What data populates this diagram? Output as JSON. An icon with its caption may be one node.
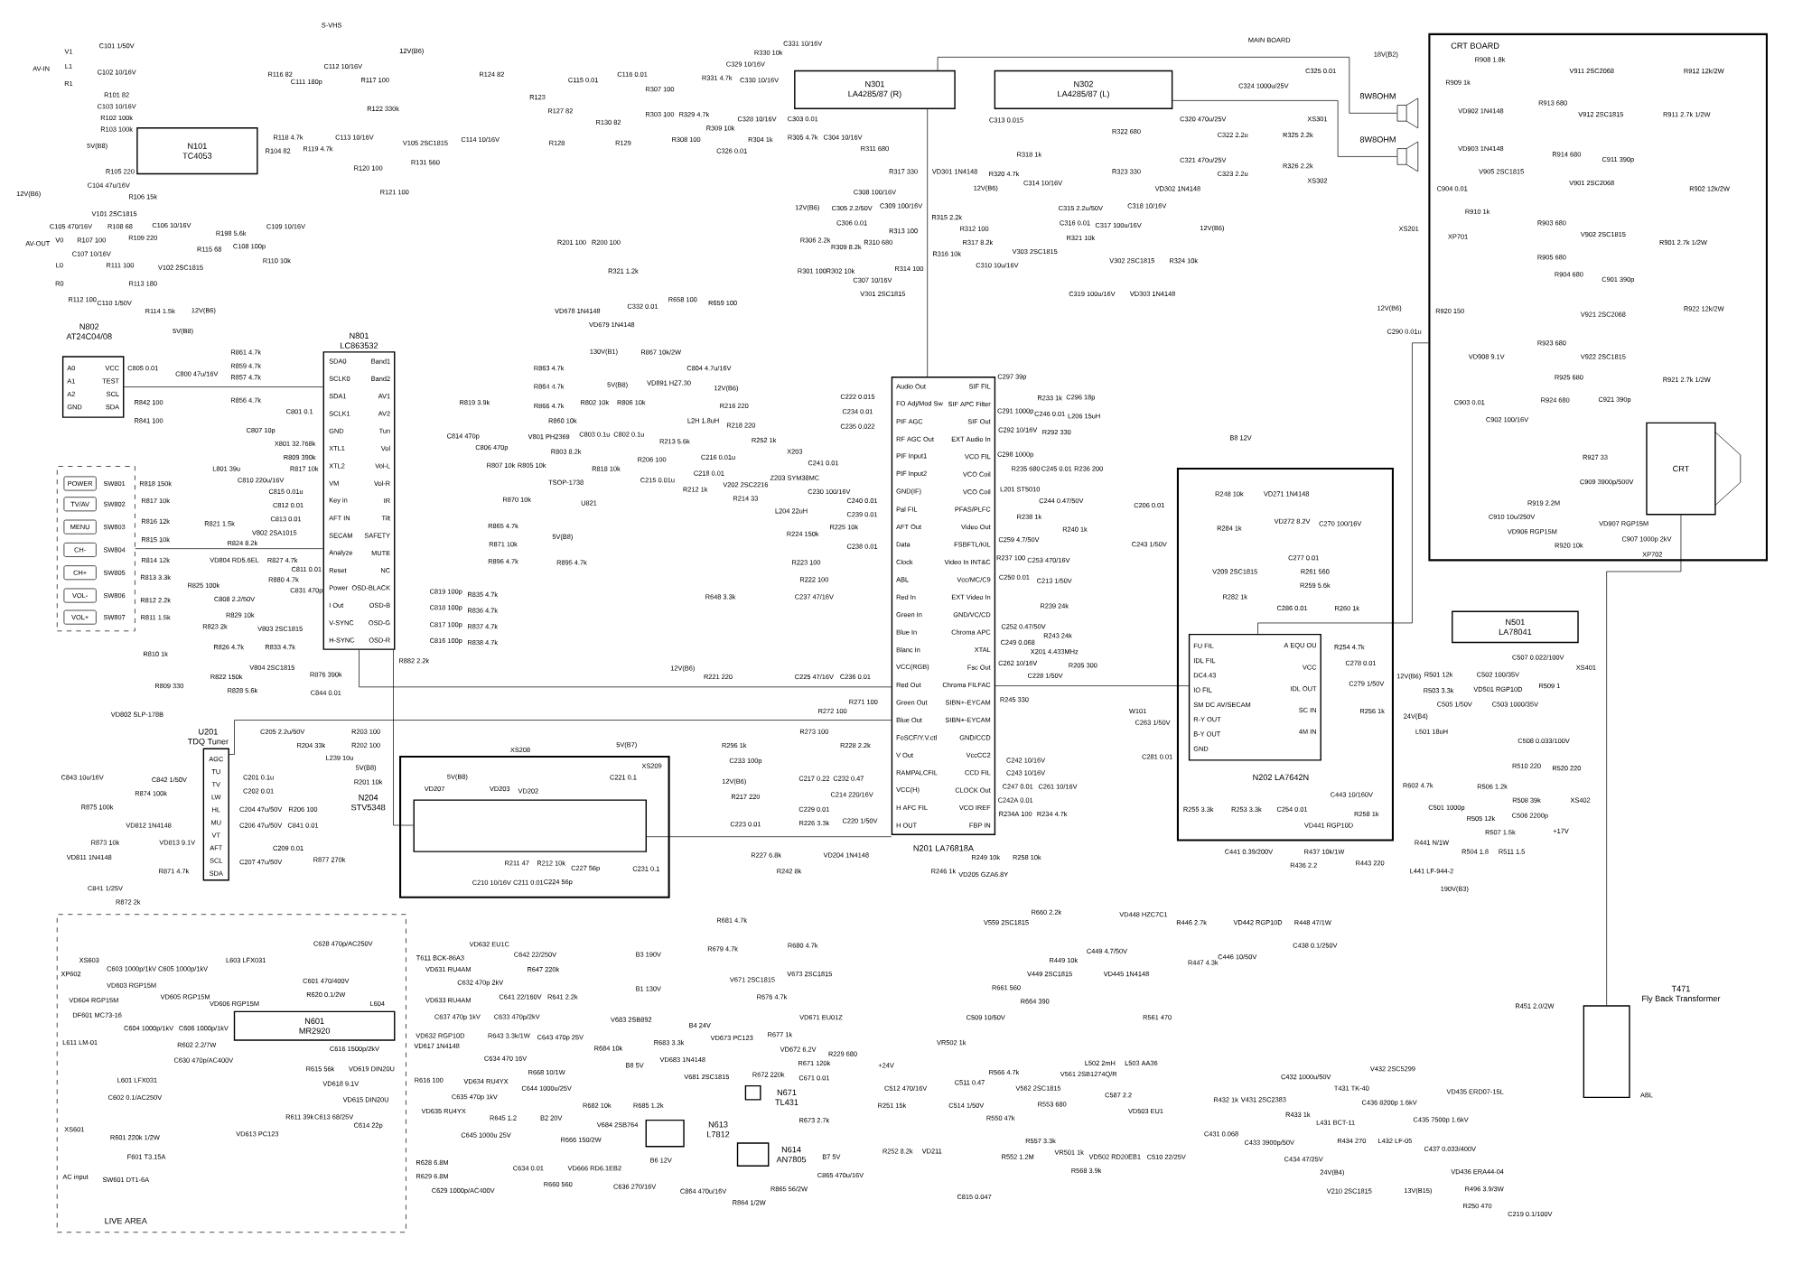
{
  "diagram": {
    "nodes": [
      {
        "text": [
          "N101",
          "TC4053"
        ]
      },
      {
        "text": [
          "N802",
          "AT24C04/08"
        ]
      },
      {
        "text": [
          "N801",
          "LC863532"
        ]
      },
      {
        "text": [],
        "shape": "box"
      },
      {
        "text": [
          "POWER"
        ],
        "in": 3
      },
      {
        "text": [
          "TV/AV"
        ],
        "in": 3
      },
      {
        "text": [
          "MENU"
        ],
        "in": 3
      },
      {
        "text": [
          "CH-"
        ],
        "in": 3
      },
      {
        "text": [
          "CH+"
        ],
        "in": 3
      },
      {
        "text": [
          "VOL-"
        ],
        "in": 3
      },
      {
        "text": [
          "VOL+"
        ],
        "in": 3
      },
      {
        "text": [
          "U201",
          "TDQ Tuner"
        ]
      },
      {
        "text": [
          "N204",
          "STV5348"
        ]
      },
      {
        "text": [
          "N201",
          "LA76818A"
        ]
      },
      {
        "text": [
          "N301",
          "LA4285/87 (R)"
        ]
      },
      {
        "text": [
          "N302",
          "LA4285/87 (L)"
        ]
      },
      {
        "text": [
          "N202",
          "LA7642N"
        ]
      },
      {
        "text": [
          "N501",
          "LA78041"
        ]
      },
      {
        "text": [
          "LIVE AREA"
        ]
      },
      {
        "text": [
          "N601",
          "MR2920"
        ],
        "in": 18
      },
      {
        "text": [
          "N613",
          "L7812"
        ]
      },
      {
        "text": [
          "N614",
          "AN7805"
        ]
      },
      {
        "text": [
          "N671",
          "TL431"
        ]
      },
      {
        "text": [
          "T471",
          "Fly Back Transformer"
        ]
      },
      {
        "text": [
          "CRT BOARD"
        ]
      },
      {
        "text": [
          "CRT"
        ],
        "in": 24
      },
      {
        "text": [
          "8W8OHM"
        ]
      },
      {
        "text": [
          "8W8OHM"
        ]
      }
    ],
    "edges": [
      {
        "from": 1,
        "to": 2,
        "arrow": "none"
      },
      {
        "from": 3,
        "to": 2,
        "arrow": "none"
      },
      {
        "from": 11,
        "to": 13,
        "arrow": "none"
      },
      {
        "from": 2,
        "to": 13,
        "arrow": "none"
      },
      {
        "from": 2,
        "to": 12,
        "arrow": "none"
      },
      {
        "from": 13,
        "to": 16,
        "arrow": "none"
      },
      {
        "from": 13,
        "to": 14,
        "arrow": "none"
      },
      {
        "from": 14,
        "to": 26,
        "arrow": "none"
      },
      {
        "from": 15,
        "to": 27,
        "arrow": "none"
      },
      {
        "from": 16,
        "to": 24,
        "arrow": "none"
      },
      {
        "from": 23,
        "to": 25,
        "arrow": "none"
      },
      {
        "from": 12,
        "to": 13,
        "arrow": "none"
      }
    ],
    "labels": [
      "S-VHS",
      "V1",
      "AV-IN",
      "L1",
      "R1",
      "C101 1/50V",
      "C102 10/16V",
      "R101 82",
      "C103 10/16V",
      "R102 100k",
      "R103 100k",
      "5V(B8)",
      "12V(B6)",
      "R105 220",
      "C104 47u/16V",
      "R106 15k",
      "V101 2SC1815",
      "C105 470/16V",
      "R108 68",
      "R109 220",
      "C106 10/16V",
      "AV-OUT",
      "V0",
      "R107 100",
      "C107 10/16V",
      "L0",
      "R111 100",
      "V102 2SC1815",
      "R115 68",
      "R198 5.6k",
      "C108 100p",
      "C109 10/16V",
      "R110 10k",
      "R0",
      "R112 100",
      "C110 1/50V",
      "R113 180",
      "R114 1.5k",
      "12V(B6)",
      "R116 82",
      "C111 180p",
      "C112 10/16V",
      "R117 100",
      "12V(B6)",
      "R122 330k",
      "R104 82",
      "R118 4.7k",
      "R119 4.7k",
      "C113 10/16V",
      "V105 2SC1815",
      "R120 100",
      "R131 560",
      "R121 100",
      "C114 10/16V",
      "R124 82",
      "R123",
      "R127 82",
      "R128",
      "C115 0.01",
      "R130 82",
      "C116 0.01",
      "R129",
      "R307 100",
      "R303 100",
      "R329 4.7k",
      "R308 100",
      "R331 4.7k",
      "C329 10/16V",
      "C330 10/16V",
      "R330 10k",
      "C331 10/16V",
      "R309 10k",
      "C328 10/16V",
      "C303 0.01",
      "C326 0.01",
      "R304 1k",
      "R305 4.7k",
      "C304 10/16V",
      "MAIN BOARD",
      "18V(B2)",
      "C324 1000u/25V",
      "C325 0.01",
      "C320 470u/25V",
      "C322 2.2u",
      "R325 2.2k",
      "XS301",
      "C321 470u/25V",
      "C323 2.2u",
      "R326 2.2k",
      "XS302",
      "C313 0.015",
      "R322 680",
      "R318 1k",
      "R320 4.7k",
      "C314 10/16V",
      "R323 330",
      "VD302 1N4148",
      "C315 2.2u/50V",
      "C318 10/16V",
      "C316 0.01",
      "C317 100u/16V",
      "R321 10k",
      "V303 2SC1815",
      "12V(B6)",
      "V302 2SC1815",
      "R324 10k",
      "C319 100u/16V",
      "VD303 1N4148",
      "R311 680",
      "R317 330",
      "VD301 1N4148",
      "C308 100/16V",
      "12V(B6)",
      "12V(B6)",
      "C305 2.2/50V",
      "C309 100/16V",
      "C306 0.01",
      "R315 2.2k",
      "R313 100",
      "R312 100",
      "R306 2.2k",
      "R309 8.2k",
      "R310 680",
      "R317 8.2k",
      "R316 10k",
      "R301 100",
      "R302 10k",
      "R314 100",
      "C310 10u/16V",
      "C307 10/16V",
      "V301 2SC1815",
      "R201 100",
      "R200 100",
      "R321 1.2k",
      "VD678 1N4148",
      "C332 0.01",
      "R658 100",
      "R659 100",
      "VD679 1N4148",
      "5V(B8)",
      "R861 4.7k",
      "C805 0.01",
      "R859 4.7k",
      "C800 47u/16V",
      "R857 4.7k",
      "R842 100",
      "R856 4.7k",
      "C801 0.1",
      "R841 100",
      "C807 10p",
      "X801 32.768k",
      "R809 390k",
      "L801 39u",
      "R817 10k",
      "C810 220u/16V",
      "C815 0.01u",
      "C812 0.01",
      "R821 1.5k",
      "C813 0.01",
      "V802 2SA1015",
      "R824 8.2k",
      "VD804 RD5.6EL",
      "R827 4.7k",
      "C811 0.01",
      "R825 100k",
      "R880 4.7k",
      "C831 470p",
      "C808 2.2/50V",
      "R829 10k",
      "R823 2k",
      "V803 2SC1815",
      "R826 4.7k",
      "R833 4.7k",
      "V804 2SC1815",
      "R822 150k",
      "R828 5.6k",
      "R876 390k",
      "C844 0.01",
      "R882 2.2k",
      "SW801",
      "SW802",
      "SW803",
      "SW804",
      "SW805",
      "SW806",
      "SW807",
      "R818 150k",
      "R817 10k",
      "R816 12k",
      "R815 10k",
      "R814 12k",
      "R813 3.3k",
      "R812 2.2k",
      "R811 1.5k",
      "R810 1k",
      "R809 330",
      "VD802 SLP-178B",
      "R819 3.9k",
      "C814 470p",
      "C806 470p",
      "R807 10k",
      "R805 10k",
      "R863 4.7k",
      "R864 4.7k",
      "R866 4.7k",
      "5V(B8)",
      "R802 10k",
      "R860 10k",
      "V801 PH2369",
      "R803 8.2k",
      "C803 0.1u",
      "C802 0.1u",
      "130V(B1)",
      "R867 10k/2W",
      "R806 10k",
      "VD891 HZ7.30",
      "C804 4.7u/16V",
      "12V(B6)",
      "R818 10k",
      "TSOP-1738",
      "R870 10k",
      "U821",
      "R865 4.7k",
      "R871 10k",
      "5V(B8)",
      "R896 4.7k",
      "R895 4.7k",
      "C819 100p",
      "R835 4.7k",
      "C818 100p",
      "R836 4.7k",
      "C817 100p",
      "R837 4.7k",
      "C816 100p",
      "R838 4.7k",
      "R216 220",
      "L2H 1.8uH",
      "R218 220",
      "R213 5.6k",
      "R252 1k",
      "R206 100",
      "C216 0.01u",
      "X203",
      "C241 0.01",
      "C215 0.01u",
      "R212 1k",
      "C218 0.01",
      "V202 2SC2216",
      "Z203 SYM38MC",
      "R214 33",
      "C230 100/16V",
      "L204 22uH",
      "R224 150k",
      "R225 10k",
      "C240 0.01",
      "C239 0.01",
      "C238 0.01",
      "C222 0.015",
      "C234 0.01",
      "C235 0.022",
      "R223 100",
      "R222 100",
      "R648 3.3k",
      "C237 47/16V",
      "12V(B6)",
      "R221 220",
      "C225 47/16V",
      "C236 0.01",
      "R271 100",
      "R272 100",
      "R273 100",
      "R296 1k",
      "R228 2.2k",
      "C233 100p",
      "12V(B6)",
      "R217 220",
      "C223 0.01",
      "C217 0.22",
      "C232 0.47",
      "C214 220/16V",
      "C229 0.01",
      "R226 3.3k",
      "C220 1/50V",
      "R227 6.8k",
      "VD204 1N4148",
      "R242 8k",
      "R681 4.7k",
      "C297 39p",
      "R233 1k",
      "C296 18p",
      "C291 1000p",
      "C246 0.01",
      "L206 15uH",
      "C292 10/16V",
      "R292 330",
      "C298 1000p",
      "R235 680",
      "C245 0.01",
      "R236 200",
      "L201 ST5010",
      "C244 0.47/50V",
      "R238 1k",
      "R240 1k",
      "C259 4.7/50V",
      "R237 100",
      "C253 470/16V",
      "C250 0.01",
      "C213 1/50V",
      "R239 24k",
      "C252 0.47/50V",
      "C249 0.068",
      "R243 24k",
      "X201 4.433MHz",
      "C262 10/16V",
      "R205 300",
      "C228 1/50V",
      "R245 330",
      "C242 10/16V",
      "C243 10/16V",
      "C247 0.01",
      "C261 10/16V",
      "C242A 0.01",
      "R234A 100",
      "R234 4.7k",
      "C206 0.01",
      "C243 1/50V",
      "W101",
      "R246 1k",
      "R249 10k",
      "R258 10k",
      "VD205 GZA6.8Y",
      "B8 12V",
      "R248 10k",
      "VD271 1N4148",
      "R284 1k",
      "VD272 8.2V",
      "C270 100/16V",
      "V209 2SC1815",
      "C277 0.01",
      "R261 560",
      "R259 5.6k",
      "R282 1k",
      "C286 0.01",
      "R260 1k",
      "R254 4.7k",
      "C278 0.01",
      "C279 1/50V",
      "R256 1k",
      "R255 3.3k",
      "R253 3.3k",
      "C254 0.01",
      "R258 1k",
      "C263 1/50V",
      "C281 0.01",
      "12V(B6)",
      "R501 12k",
      "R503 3.3k",
      "C502 100/35V",
      "VD501 RGP10D",
      "C505 1/50V",
      "C503 1000/35V",
      "C507 0.022/100V",
      "R509 1",
      "XS401",
      "24V(B4)",
      "L501 18uH",
      "C508 0.033/100V",
      "R510 220",
      "R520 220",
      "R602 4.7k",
      "R506 1.2k",
      "C501 1000p",
      "R508 39k",
      "R505 12k",
      "C506 2200p",
      "R507 1.5k",
      "+17V",
      "R504 1.8",
      "R511 1.5",
      "XS402",
      "C441 0.39/200V",
      "R437 10k/1W",
      "VD441 RGP10D",
      "C443 10/160V",
      "R436 2.2",
      "R443 220",
      "R441 N/1W",
      "L441 LF-944-2",
      "190V(B3)",
      "C438 0.1/250V",
      "VD448 HZC7C1",
      "R446 2.7k",
      "VD442 RGP10D",
      "R448 47/1W",
      "R449 10k",
      "C449 4.7/50V",
      "R447 4.3k",
      "C446 10/50V",
      "V449 2SC1815",
      "VD445 1N4148",
      "V559 2SC1815",
      "R660 2.2k",
      "R661 560",
      "R664 390",
      "C509 10/50V",
      "R561 470",
      "VR502 1k",
      "L502 2mH",
      "L503 AA36",
      "C511 0.47",
      "R566 4.7k",
      "V562 2SC1815",
      "V561 2SB1274Q/R",
      "C514 1/50V",
      "R553 680",
      "C587 2.2",
      "R550 47k",
      "R557 3.3k",
      "R552 1.2M",
      "VR501 1k",
      "R568 3.9k",
      "VD502 RD20EB1",
      "C510 22/25V",
      "VD503 EU1",
      "R432 1k",
      "C431 0.068",
      "V431 2SC2383",
      "R433 1k",
      "C433 3900p/50V",
      "C434 47/25V",
      "C432 1000u/50V",
      "T431 TK-40",
      "L431 BCT-11",
      "R434 270",
      "24V(B4)",
      "V210 2SC1815",
      "V432 2SC5299",
      "C436 8200p 1.6kV",
      "C435 7500p 1.6kV",
      "VD435 ERD07-15L",
      "L432 LF-05",
      "C437 0.033/400V",
      "VD436 ERA44-04",
      "13V(B15)",
      "R496 3.9/3W",
      "R250 470",
      "C219 0.1/100V",
      "R451 2.0/2W",
      "ABL",
      "R229 680",
      "+24V",
      "C512 470/16V",
      "R251 15k",
      "R252 8.2k",
      "VD211",
      "C815 0.047",
      "XP602",
      "XS603",
      "C603 1000p/1kV",
      "C605 1000p/1kV",
      "VD603 RGP15M",
      "VD604 RGP15M",
      "VD605 RGP15M",
      "DF601 MC73-16",
      "C604 1000p/1kV",
      "C606 1000p/1kV",
      "VD606 RGP15M",
      "R602 2.2/7W",
      "C630 470p/AC400V",
      "L611 LM-01",
      "L601 LFX031",
      "C602 0.1/AC250V",
      "R601 220k 1/2W",
      "F601 T3.15A",
      "XS601",
      "AC input",
      "SW601 DT1-6A",
      "L603 LFX031",
      "C628 470p/AC250V",
      "T611 BCK-86A3",
      "C601 470/400V",
      "R620 0.1/2W",
      "L604",
      "C616 1500p/2kV",
      "VD617 1N4148",
      "R615 56k",
      "VD618 9.1V",
      "VD619 DIN20U",
      "VD615 DIN20U",
      "R616 100",
      "VD613 PC123",
      "R611 39k",
      "C613 68/25V",
      "C614 22p",
      "R628 6.8M",
      "R629 6.8M",
      "C629 1000p/AC400V",
      "VD632 EU1C",
      "C642 22/250V",
      "VD631 RU4AM",
      "R647 220k",
      "C632 470p 2kV",
      "VD633 RU4AM",
      "C641 22/160V",
      "R641 2.2k",
      "C637 470p 1kV",
      "C633 470p/2kV",
      "VD632 RGP10D",
      "R643 3.3k/1W",
      "C643 470p 25V",
      "C634 470 16V",
      "R668 10/1W",
      "VD634 RU4YX",
      "C644 1000u/25V",
      "C635 470p 1kV",
      "VD635 RU4YX",
      "R645 1.2",
      "B2 20V",
      "C645 1000u 25V",
      "C634 0.01",
      "R660 560",
      "VD666 RD6.1EB2",
      "C636 270/16V",
      "R666 150/2W",
      "R682 10k",
      "V684 2SB764",
      "R685 1.2k",
      "B3 190V",
      "B1 130V",
      "V683 2SB892",
      "R684 10k",
      "R683 3.3k",
      "B4 24V",
      "B8 5V",
      "VD683 1N4148",
      "V681 2SC1815",
      "R679 4.7k",
      "R680 4.7k",
      "V671 2SC1815",
      "V673 2SC1815",
      "R676 4.7k",
      "VD673 PC123",
      "R677 1k",
      "VD672 6.2V",
      "VD671 EU01Z",
      "R671 120k",
      "R672 220k",
      "C671 0.01",
      "R673 2.7k",
      "B6 12V",
      "B7 5V",
      "C864 470u/16V",
      "R864 1/2W",
      "R865 56/2W",
      "C865 470u/16V",
      "C205 2.2u/50V",
      "R204 33k",
      "L239 10u",
      "R203 100",
      "R202 100",
      "5V(B8)",
      "C201 0.1u",
      "R201 10k",
      "C202 0.01",
      "C204 47u/50V",
      "R206 100",
      "C206 47u/50V",
      "C841 0.01",
      "C207 47u/50V",
      "C209 0.01",
      "R877 270k",
      "C843 10u/16V",
      "C842 1/50V",
      "R874 100k",
      "R875 100k",
      "VD812 1N4148",
      "VD813 9.1V",
      "R871 4.7k",
      "R873 10k",
      "VD811 1N4148",
      "C841 1/25V",
      "R872 2k",
      "XS208",
      "5V(B8)",
      "VD207",
      "VD203",
      "VD202",
      "5V(B7)",
      "C221 0.1",
      "XS209",
      "R211 47",
      "R212 10k",
      "C227 56p",
      "C210 10/16V",
      "C211 0.01",
      "C224 56p",
      "C231 0.1",
      "R908 1.8k",
      "V911 2SC2068",
      "R912 12k/2W",
      "R909 1k",
      "VD902 1N4148",
      "R913 680",
      "V912 2SC1815",
      "R911 2.7k 1/2W",
      "VD903 1N4148",
      "R914 680",
      "C911 390p",
      "V905 2SC1815",
      "C904 0.01",
      "V901 2SC2068",
      "R902 12k/2W",
      "R910 1k",
      "R903 680",
      "V902 2SC1815",
      "R901 2.7k 1/2W",
      "R905 680",
      "R904 680",
      "C901 390p",
      "XS201",
      "XP701",
      "12V(B6)",
      "R920 150",
      "C290 0.01u",
      "V921 2SC2068",
      "R922 12k/2W",
      "R923 680",
      "VD908 9.1V",
      "V922 2SC1815",
      "R925 680",
      "R921 2.7k 1/2W",
      "C903 0.01",
      "R924 680",
      "C921 390p",
      "C902 100/16V",
      "R927 33",
      "C909 3900p/500V",
      "R919 2.2M",
      "C910 10u/250V",
      "VD906 RGP15M",
      "R920 10k",
      "VD907 RGP15M",
      "C907 1000p 2kV",
      "XP702",
      "A0",
      "A1",
      "A2",
      "GND",
      "VCC",
      "TEST",
      "SCL",
      "SDA",
      "SDA0",
      "SCLK0",
      "SDA1",
      "SCLK1",
      "GND",
      "XTL1",
      "XTL2",
      "VM",
      "Key in",
      "AFT IN",
      "SECAM",
      "Analyze",
      "Reset",
      "Power",
      "I Out",
      "V-SYNC",
      "H-SYNC",
      "Band1",
      "Band2",
      "AV1",
      "AV2",
      "Tun",
      "Vol",
      "Vol-L",
      "Vol-R",
      "IR",
      "Tilt",
      "SAFETY",
      "MUTE",
      "NC",
      "OSD-BLACK",
      "OSD-B",
      "OSD-G",
      "OSD-R",
      "AGC",
      "TU",
      "TV",
      "LW",
      "HL",
      "MU",
      "VT",
      "AFT",
      "SCL",
      "SDA",
      "Audio Out",
      "FO Adj/Mod Sw",
      "PIF AGC",
      "RF AGC Out",
      "PIF Input1",
      "PIF Input2",
      "GND(IF)",
      "Pal FIL",
      "AFT Out",
      "Data",
      "Clock",
      "ABL",
      "Red In",
      "Green In",
      "Blue In",
      "Blanc In",
      "VCC(RGB)",
      "Red Out",
      "Green Out",
      "Blue Out",
      "FoSCF/Y.V.ctl",
      "V Out",
      "RAMPALCFIL",
      "VCC(H)",
      "H AFC FIL",
      "H OUT",
      "SIF FIL",
      "SIF APC Filter",
      "SIF Out",
      "EXT Audio In",
      "VCO FIL",
      "VCO Coil",
      "VCO Coil",
      "PFAS/PLFC",
      "Video Out",
      "FSBFTL/KIL",
      "Video In INT&C",
      "Vcc/MC/C9",
      "EXT Video In",
      "GND/VC/CD",
      "Chroma APC",
      "XTAL",
      "Fsc Out",
      "Chroma FILFAC",
      "SIBN+-EYCAM",
      "SIBN+-EYCAM",
      "GND/CCD",
      "VccCC2",
      "CCD FIL",
      "CLOCK Out",
      "VCO IREF",
      "FBP IN",
      "FU FIL",
      "IDL FIL",
      "DC4.43",
      "IO FIL",
      "SM DC AV/SECAM",
      "R-Y OUT",
      "B-Y OUT",
      "GND",
      "A EQU OU",
      "VCC",
      "IDL OUT",
      "SC IN",
      "4M IN"
    ]
  }
}
